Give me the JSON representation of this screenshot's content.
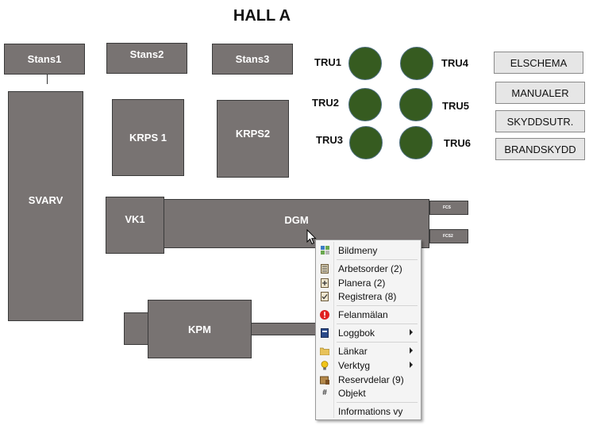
{
  "title": "HALL A",
  "machines": {
    "stans1": "Stans1",
    "stans2": "Stans2",
    "stans3": "Stans3",
    "svarv": "SVARV",
    "krps1": "KRPS 1",
    "krps2": "KRPS2",
    "vk1": "VK1",
    "dgm": "DGM",
    "fcs": "FCS",
    "fcs2": "FCS2",
    "kpm": "KPM"
  },
  "tanks": {
    "tru1": "TRU1",
    "tru2": "TRU2",
    "tru3": "TRU3",
    "tru4": "TRU4",
    "tru5": "TRU5",
    "tru6": "TRU6"
  },
  "buttons": {
    "elschema": "ELSCHEMA",
    "manualer": "MANUALER",
    "skyddsutr": "SKYDDSUTR.",
    "brandskydd": "BRANDSKYDD"
  },
  "context_menu": {
    "bildmeny": "Bildmeny",
    "arbetsorder": "Arbetsorder (2)",
    "planera": "Planera (2)",
    "registrera": "Registrera (8)",
    "felanmalan": "Felanmälan",
    "loggbok": "Loggbok",
    "lankar": "Länkar",
    "verktyg": "Verktyg",
    "reservdelar": "Reservdelar (9)",
    "objekt": "Objekt",
    "informations_vy": "Informations vy"
  },
  "icons": {
    "bildmeny": "grid-icon",
    "arbetsorder": "document-list-icon",
    "planera": "plan-icon",
    "registrera": "checklist-icon",
    "felanmalan": "error-icon",
    "loggbok": "book-icon",
    "lankar": "folder-icon",
    "verktyg": "lightbulb-icon",
    "reservdelar": "box-icon",
    "objekt": "hash-icon",
    "cursor": "mouse-pointer-icon"
  },
  "colors": {
    "machine": "#787372",
    "tank": "#365b20",
    "button": "#e6e6e6",
    "menu": "#f4f4f4",
    "error": "#e02020"
  }
}
